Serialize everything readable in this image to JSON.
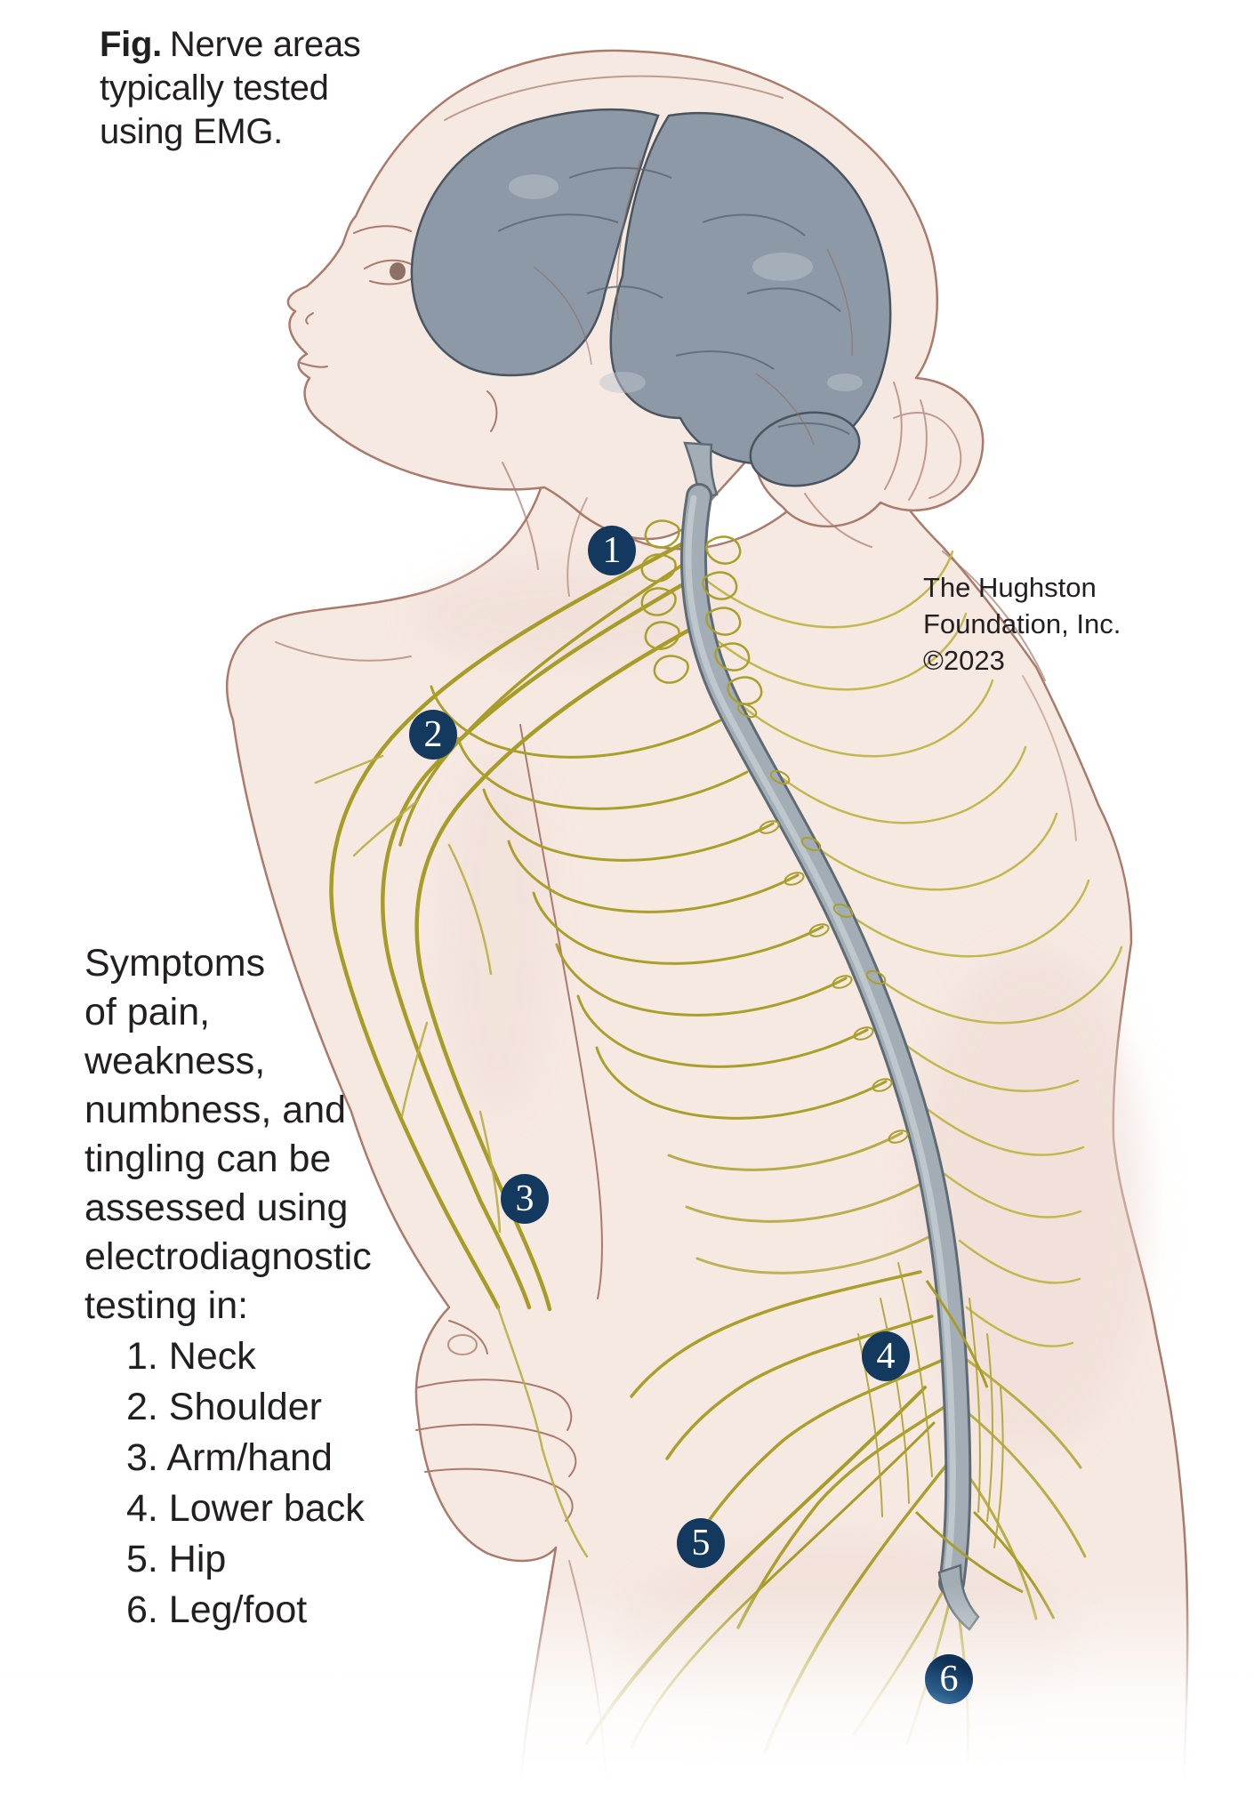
{
  "figure": {
    "caption_prefix": "Fig.",
    "caption_text": "Nerve areas typically tested using EMG."
  },
  "attribution": {
    "lines": [
      "The Hughston",
      "Foundation, Inc.",
      "©2023"
    ]
  },
  "symptoms": {
    "intro_lines": [
      "Symptoms",
      "of pain,",
      "weakness,",
      "numbness, and",
      "tingling can be",
      "assessed using",
      "electrodiagnostic",
      "testing in:"
    ],
    "items": [
      "1. Neck",
      "2. Shoulder",
      "3. Arm/hand",
      "4. Lower back",
      "5. Hip",
      "6. Leg/foot"
    ]
  },
  "markers": [
    {
      "number": "1",
      "label": "Neck"
    },
    {
      "number": "2",
      "label": "Shoulder"
    },
    {
      "number": "3",
      "label": "Arm/hand"
    },
    {
      "number": "4",
      "label": "Lower back"
    },
    {
      "number": "5",
      "label": "Hip"
    },
    {
      "number": "6",
      "label": "Leg/foot"
    }
  ],
  "colors": {
    "background": "#ffffff",
    "skin": "#f6e9e2",
    "skin_outline": "#aa7a6b",
    "brain": "#8d99a6",
    "brain_edge": "#4a5560",
    "spinal_cord": "#a2adb5",
    "spinal_cord_edge": "#5e6b74",
    "nerve_yellow": "#ab9f2b",
    "marker_badge": "#14395e",
    "marker_number": "#ffffff",
    "text": "#231f20"
  }
}
